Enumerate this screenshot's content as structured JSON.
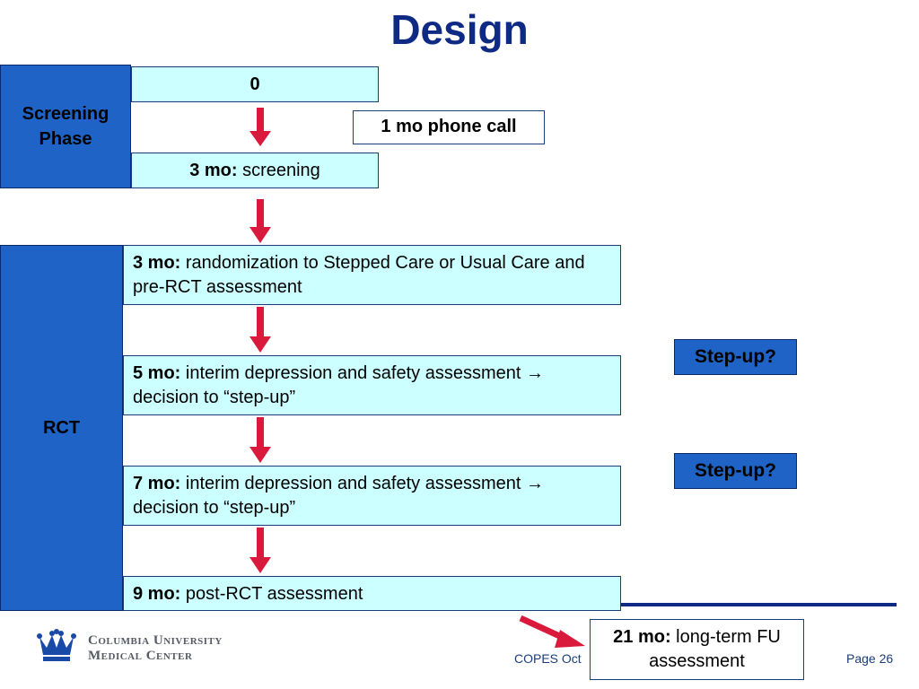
{
  "slide": {
    "title": "Design",
    "screening_phase_label": "Screening Phase",
    "rct_label": "RCT",
    "box_0": "0",
    "phone_call": "1 mo phone call",
    "screening": {
      "time": "3 mo:",
      "text": " screening"
    },
    "randomization": {
      "time": "3 mo:",
      "text": " randomization to Stepped Care or Usual Care and pre-RCT assessment"
    },
    "interim_5": {
      "time": "5 mo:",
      "text": " interim depression and safety assessment → decision to “step-up”"
    },
    "interim_7": {
      "time": "7 mo:",
      "text": " interim depression and safety assessment → decision to “step-up”"
    },
    "post_rct": {
      "time": "9 mo:",
      "text": " post-RCT assessment"
    },
    "long_term": {
      "time": "21 mo:",
      "text": " long-term FU assessment"
    },
    "step_up_1": "Step-up?",
    "step_up_2": "Step-up?"
  },
  "footer": {
    "logo_line1": "Columbia University",
    "logo_line2": "Medical Center",
    "conference": "COPES Oct",
    "page": "Page 26"
  },
  "colors": {
    "title": "#0e2a84",
    "phase_fill": "#1f63c6",
    "box_fill": "#ccffff",
    "arrow": "#d91a3c",
    "rule": "#0e2a84"
  },
  "icons": {
    "logo": "crown-icon",
    "arrow": "arrow-down-icon"
  }
}
